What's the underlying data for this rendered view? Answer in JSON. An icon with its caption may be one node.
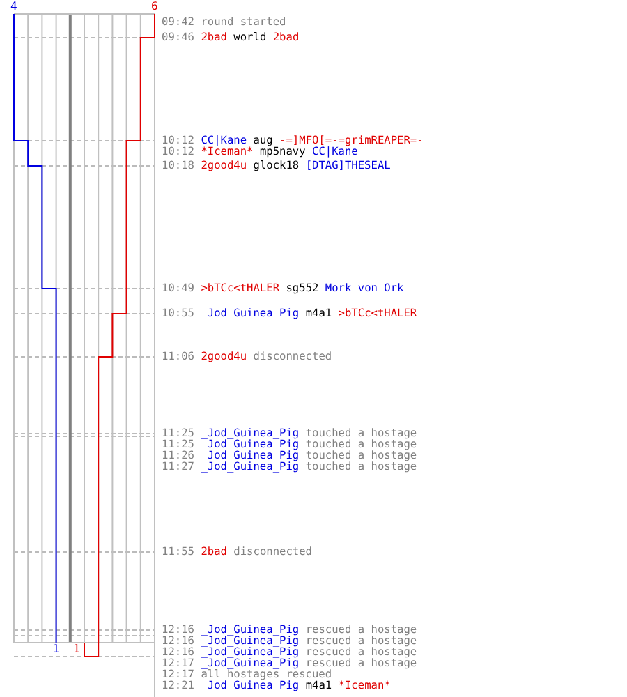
{
  "diagram": {
    "labels": [
      "4",
      "6",
      "09:42",
      "round started",
      "09:46",
      "2bad",
      "world",
      "2bad",
      "10:12",
      "CC|Kane",
      "aug",
      "-=]MFO[=-=grimREAPER=-",
      "10:12",
      "*Iceman*",
      "mp5navy",
      "CC|Kane",
      "10:18",
      "2good4u",
      "glock18",
      "[DTAG]THESEAL",
      "10:49",
      ">bTCc<tHALER",
      "sg552",
      "Mork von Ork",
      "10:55",
      "_Jod_Guinea_Pig",
      "m4a1",
      ">bTCc<tHALER",
      "11:06",
      "2good4u",
      "disconnected",
      "11:25",
      "_Jod_Guinea_Pig",
      "touched a hostage",
      "11:25",
      "_Jod_Guinea_Pig",
      "touched a hostage",
      "11:26",
      "_Jod_Guinea_Pig",
      "touched a hostage",
      "11:27",
      "_Jod_Guinea_Pig",
      "touched a hostage",
      "11:55",
      "2bad",
      "disconnected",
      "12:16",
      "_Jod_Guinea_Pig",
      "rescued a hostage",
      "12:16",
      "_Jod_Guinea_Pig",
      "rescued a hostage",
      "12:16",
      "_Jod_Guinea_Pig",
      "rescued a hostage",
      "12:17",
      "_Jod_Guinea_Pig",
      "rescued a hostage",
      "12:17",
      "all hostages rescued",
      "12:21",
      "_Jod_Guinea_Pig",
      "m4a1",
      "*Iceman*",
      "1",
      "1"
    ]
  }
}
